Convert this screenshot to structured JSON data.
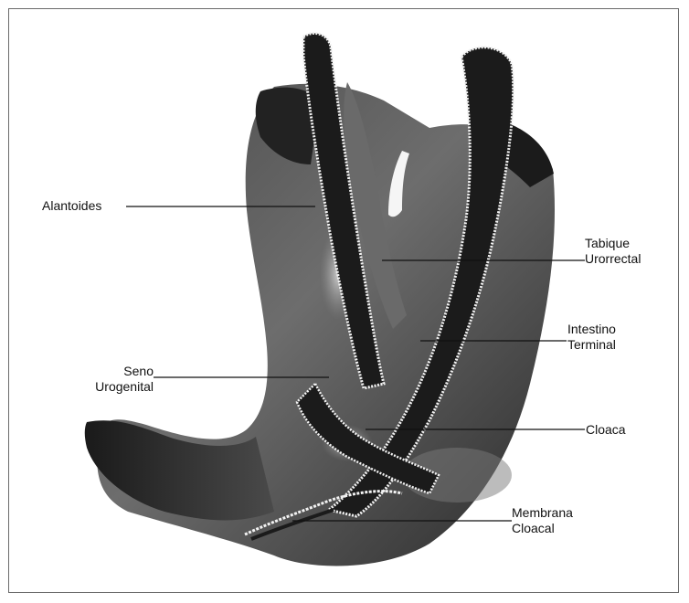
{
  "labels": {
    "alantoides": "Alantoides",
    "tabique": [
      "Tabique",
      "Urorrectal"
    ],
    "intestino": [
      "Intestino",
      "Terminal"
    ],
    "seno": [
      "Seno",
      "Urogenital"
    ],
    "cloaca": "Cloaca",
    "membrana": [
      "Membrana",
      "Cloacal"
    ]
  },
  "colors": {
    "tissue_dark": "#1b1b1b",
    "tissue_mid": "#5a5a5a",
    "tissue_light": "#9a9a9a",
    "epithelium": "#f2f2f2",
    "line": "#111111"
  }
}
